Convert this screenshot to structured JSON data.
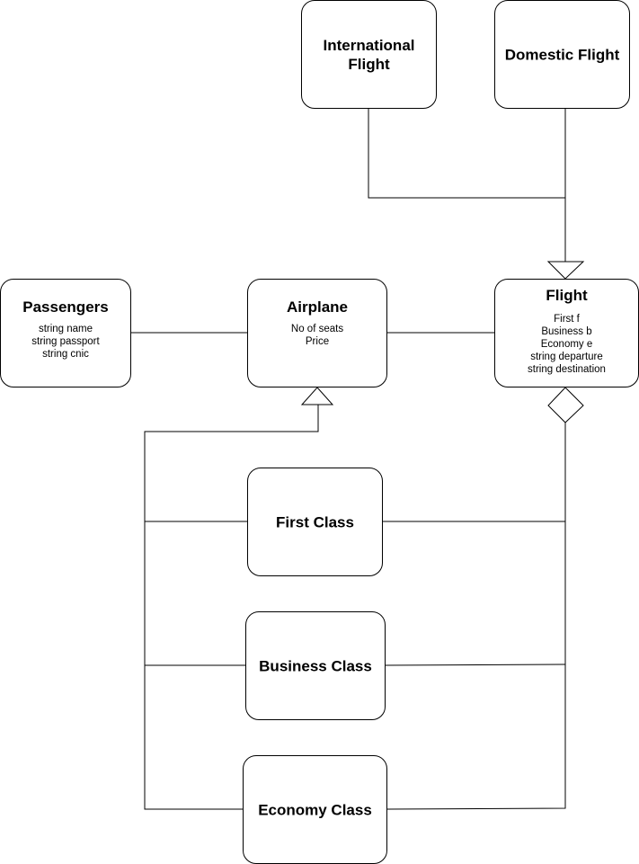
{
  "international_flight": {
    "title": "International Flight"
  },
  "domestic_flight": {
    "title": "Domestic Flight"
  },
  "passengers": {
    "title": "Passengers",
    "attributes": [
      "string name",
      "string passport",
      "string cnic"
    ]
  },
  "airplane": {
    "title": "Airplane",
    "attributes": [
      "No of seats",
      "Price"
    ]
  },
  "flight": {
    "title": "Flight",
    "attributes": [
      "First f",
      "Business b",
      "Economy e",
      "string departure",
      "string destination"
    ]
  },
  "first_class": {
    "title": "First Class"
  },
  "business_class": {
    "title": "Business Class"
  },
  "economy_class": {
    "title": "Economy Class"
  }
}
